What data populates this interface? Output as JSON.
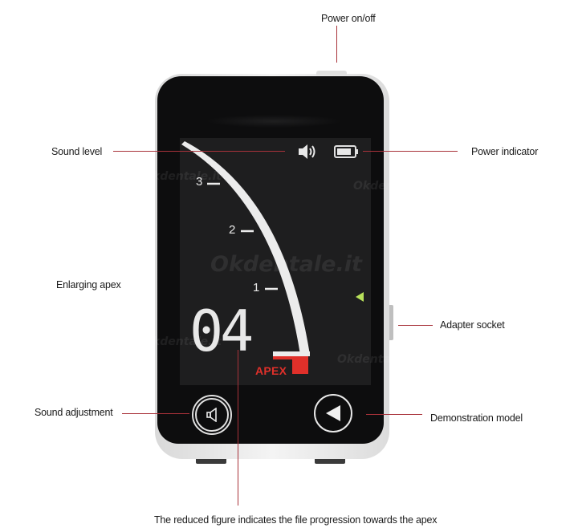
{
  "callouts": {
    "power_onoff": "Power on/off",
    "sound_level": "Sound level",
    "power_indicator": "Power indicator",
    "enlarging_apex": "Enlarging apex",
    "adapter_socket": "Adapter socket",
    "sound_adjustment": "Sound adjustment",
    "demonstration_model": "Demonstration model",
    "caption": "The reduced figure indicates the file progression towards the apex"
  },
  "screen": {
    "reading": "04",
    "scale_ticks": [
      "3",
      "2",
      "1"
    ],
    "apex_label": "APEX",
    "icons": [
      "speaker-icon",
      "battery-icon"
    ],
    "marker_color": "#b7e05a",
    "apex_color": "#e0302a"
  },
  "buttons": {
    "sound": "sound-button",
    "demo": "demo-play-button"
  },
  "watermark": {
    "main": "Okdentale.it",
    "small": "Okdentale.it"
  }
}
